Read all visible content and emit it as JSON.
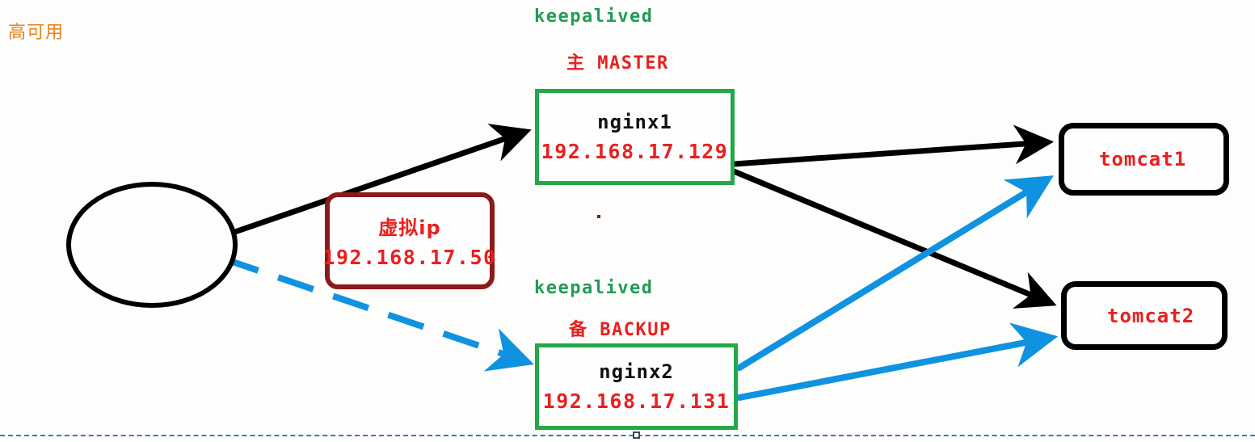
{
  "diagram": {
    "title": "高可用",
    "nodes": {
      "client": {
        "name": "client-ellipse",
        "label": ""
      },
      "vip": {
        "title": "虚拟ip",
        "ip": "192.168.17.50",
        "border_color": "#8b1a1a",
        "text_color": "#e8201f"
      },
      "nginx1": {
        "title": "nginx1",
        "ip": "192.168.17.129",
        "border_color": "#23a84a",
        "ip_color": "#e8201f"
      },
      "nginx2": {
        "title": "nginx2",
        "ip": "192.168.17.131",
        "border_color": "#23a84a",
        "ip_color": "#e8201f"
      },
      "tomcat1": {
        "title": "tomcat1",
        "border_color": "#000000",
        "text_color": "#e8201f"
      },
      "tomcat2": {
        "title": "tomcat2",
        "border_color": "#000000",
        "text_color": "#e8201f"
      }
    },
    "labels": {
      "keepalived_master": "keepalived",
      "role_master": "主 MASTER",
      "keepalived_backup": "keepalived",
      "role_backup": "备 BACKUP"
    },
    "colors": {
      "title_orange": "#e8821f",
      "keepalived_green": "#1f9d55",
      "node_green": "#23a84a",
      "red_text": "#e8201f",
      "dark_red": "#8b1a1a",
      "blue_flow": "#0f92e0",
      "black_flow": "#000000",
      "selection_blue": "#3b78c4"
    },
    "edges": [
      {
        "name": "client-to-nginx1",
        "from": "client",
        "to": "nginx1",
        "style": "solid",
        "color": "#000000"
      },
      {
        "name": "client-to-nginx2",
        "from": "client",
        "to": "nginx2",
        "style": "dashed",
        "color": "#0f92e0"
      },
      {
        "name": "nginx1-to-tomcat1",
        "from": "nginx1",
        "to": "tomcat1",
        "style": "solid",
        "color": "#000000"
      },
      {
        "name": "nginx1-to-tomcat2",
        "from": "nginx1",
        "to": "tomcat2",
        "style": "solid",
        "color": "#000000"
      },
      {
        "name": "nginx2-to-tomcat1",
        "from": "nginx2",
        "to": "tomcat1",
        "style": "solid",
        "color": "#0f92e0"
      },
      {
        "name": "nginx2-to-tomcat2",
        "from": "nginx2",
        "to": "tomcat2",
        "style": "solid",
        "color": "#0f92e0"
      }
    ]
  }
}
